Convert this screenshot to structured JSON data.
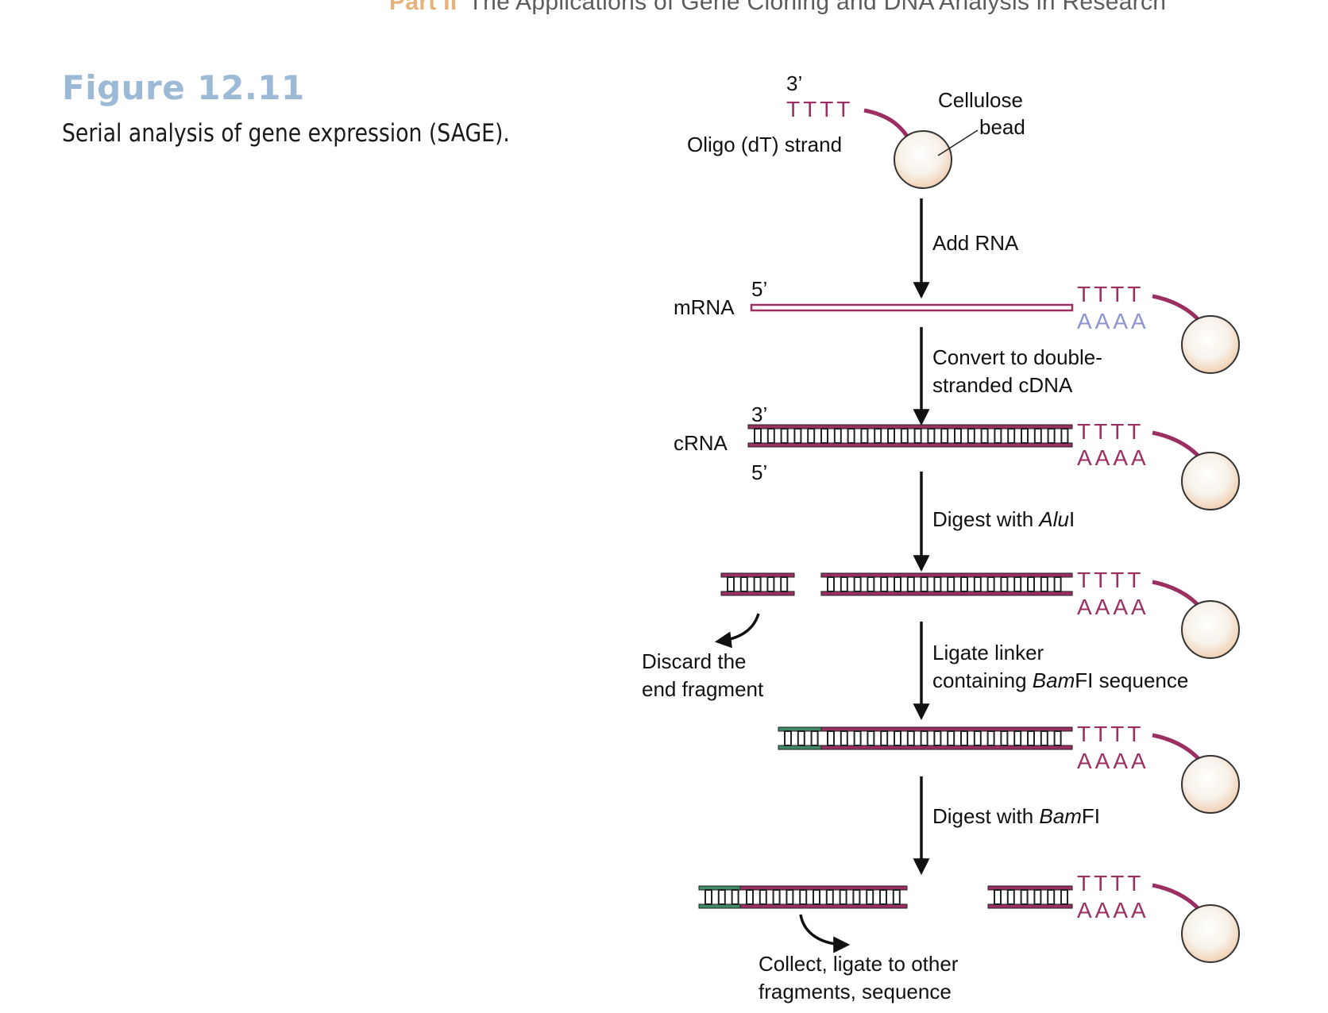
{
  "header": {
    "part": "Part II",
    "title": "The Applications of Gene Cloning and DNA Analysis in Research"
  },
  "figure": {
    "number": "Figure 12.11",
    "caption": "Serial analysis of gene expression (SAGE)."
  },
  "colors": {
    "strand": "#9c2f62",
    "linker": "#3d8a64",
    "polyA_mrna": "#8c93cf",
    "figure_title": "#9cb9d6",
    "header_part": "#e3b27f"
  },
  "labels": {
    "three_prime": "3’",
    "five_prime": "5’",
    "oligo_strand": "Oligo (dT) strand",
    "bead_line1": "Cellulose",
    "bead_line2": "bead",
    "mrna": "mRNA",
    "crna": "cRNA",
    "tttt": "TTTT",
    "aaaa": "AAAA",
    "discard_line1": "Discard the",
    "discard_line2": "end fragment",
    "collect_line1": "Collect, ligate to other",
    "collect_line2": "fragments, sequence"
  },
  "steps": {
    "add_rna": "Add RNA",
    "convert_line1": "Convert to double-",
    "convert_line2": "stranded cDNA",
    "digest_alu_pre": "Digest with ",
    "digest_alu_italic": "Alu",
    "digest_alu_post": "I",
    "ligate_line1": "Ligate linker",
    "ligate_line2_pre": "containing ",
    "ligate_line2_italic": "Bam",
    "ligate_line2_post": "FI sequence",
    "digest_bam_pre": "Digest with ",
    "digest_bam_italic": "Bam",
    "digest_bam_post": "FI"
  }
}
